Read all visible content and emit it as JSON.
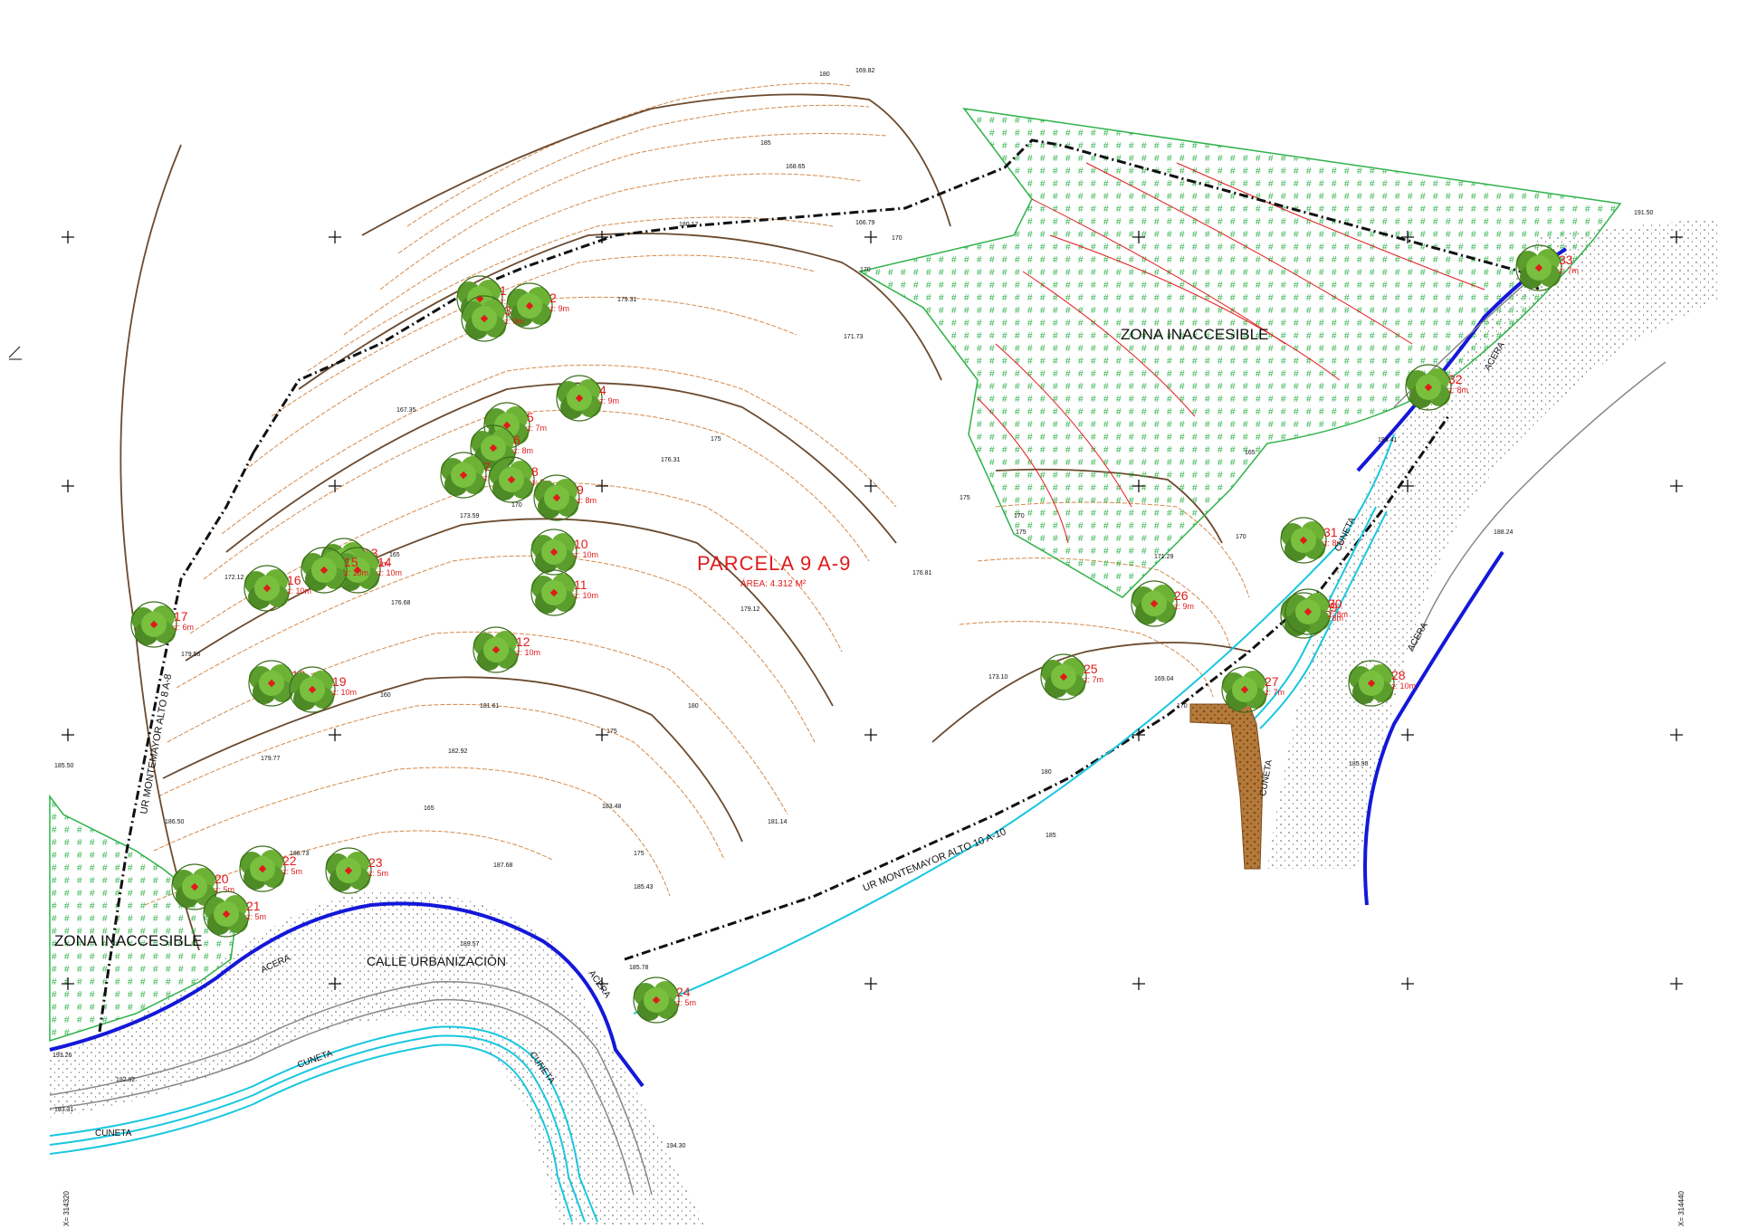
{
  "parcel": {
    "title": "PARCELA  9  A-9",
    "area": "ÁREA: 4.312 M²"
  },
  "zones": {
    "main_label": "ZONA INACCESIBLE",
    "left_label": "ZONA INACCESIBLE"
  },
  "streets": {
    "calle": "CALLE URBANIZACIÓN",
    "neighbor_a8": "UR MONTEMAYOR ALTO 8 A-8",
    "neighbor_a10": "UR MONTEMAYOR ALTO 10 A-10",
    "acera_labels": [
      "ACERA",
      "ACERA",
      "ACERA",
      "ACERA"
    ],
    "cuneta_labels": [
      "CUNETA",
      "CUNETA",
      "CUNETA",
      "CUNETA",
      "CUNETA"
    ]
  },
  "contours": {
    "labels": [
      "180",
      "185",
      "170",
      "175",
      "170",
      "175",
      "180",
      "175",
      "170",
      "165",
      "170",
      "175",
      "180",
      "185",
      "175",
      "170",
      "165",
      "160",
      "165",
      "170"
    ]
  },
  "spot_heights": [
    "169.82",
    "168.65",
    "166.79",
    "180.17",
    "179.31",
    "171.73",
    "167.35",
    "176.31",
    "173.59",
    "172.12",
    "176.81",
    "176.68",
    "179.12",
    "171.29",
    "173.10",
    "179.56",
    "181.61",
    "169.04",
    "179.77",
    "182.92",
    "185.50",
    "183.48",
    "181.14",
    "186.50",
    "188.73",
    "187.68",
    "185.43",
    "189.57",
    "185.78",
    "193.26",
    "192.92",
    "193.31",
    "194.41",
    "191.50",
    "188.24",
    "185.90",
    "194.30"
  ],
  "trees": [
    {
      "n": "1",
      "z": "z: 9m"
    },
    {
      "n": "2",
      "z": "z: 9m"
    },
    {
      "n": "3",
      "z": "z: 9m"
    },
    {
      "n": "4",
      "z": "z: 9m"
    },
    {
      "n": "5",
      "z": "z: 7m"
    },
    {
      "n": "6",
      "z": "z: 8m"
    },
    {
      "n": "7",
      "z": "z: 9m"
    },
    {
      "n": "8",
      "z": "z: 8m"
    },
    {
      "n": "9",
      "z": "z: 8m"
    },
    {
      "n": "10",
      "z": "z: 10m"
    },
    {
      "n": "11",
      "z": "z: 10m"
    },
    {
      "n": "12",
      "z": "z: 10m"
    },
    {
      "n": "13",
      "z": "z: 10m"
    },
    {
      "n": "14",
      "z": "z: 10m"
    },
    {
      "n": "15",
      "z": "z: 10m"
    },
    {
      "n": "16",
      "z": "z: 10m"
    },
    {
      "n": "17",
      "z": "z: 6m"
    },
    {
      "n": "18",
      "z": "z: 8m"
    },
    {
      "n": "19",
      "z": "z: 10m"
    },
    {
      "n": "20",
      "z": "z: 5m"
    },
    {
      "n": "21",
      "z": "z: 5m"
    },
    {
      "n": "22",
      "z": "z: 5m"
    },
    {
      "n": "23",
      "z": "z: 5m"
    },
    {
      "n": "24",
      "z": "z: 5m"
    },
    {
      "n": "25",
      "z": "z: 7m"
    },
    {
      "n": "26",
      "z": "z: 9m"
    },
    {
      "n": "27",
      "z": "z: 7m"
    },
    {
      "n": "28",
      "z": "z: 10m"
    },
    {
      "n": "29",
      "z": "z: 8m"
    },
    {
      "n": "30",
      "z": "z: 8m"
    },
    {
      "n": "31",
      "z": "z: 8m"
    },
    {
      "n": "32",
      "z": "z: 8m"
    },
    {
      "n": "33",
      "z": "z: 7m"
    }
  ],
  "coords": {
    "x_left": "X= 314320",
    "x_right": "X= 314440"
  },
  "colors": {
    "contour_minor": "#d4894a",
    "contour_major": "#6b4a2e",
    "boundary": "#111111",
    "hatch": "#2fb24a",
    "tree_label": "#e01b1b",
    "road_edge": "#1418d8",
    "cuneta": "#19c7e0",
    "path": "#a0621e"
  }
}
